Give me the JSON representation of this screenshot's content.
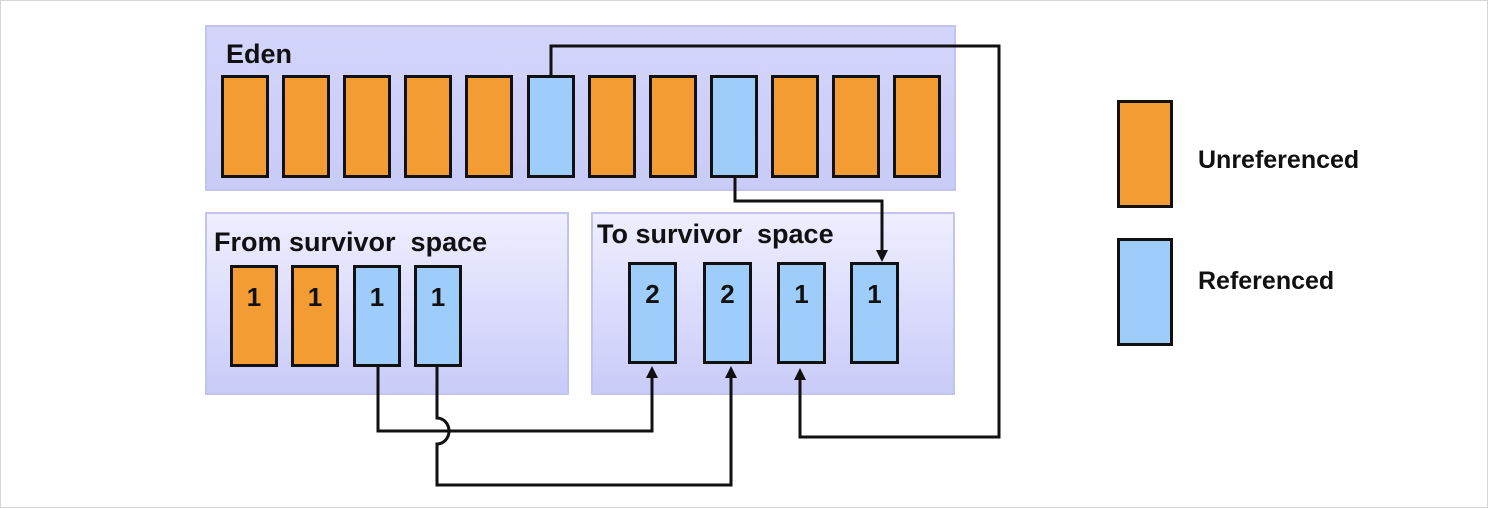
{
  "colors": {
    "unreferenced": "#f39c34",
    "referenced": "#9ecdfb",
    "region": "#d4d5fb",
    "stroke": "#111111"
  },
  "eden": {
    "title": "Eden",
    "objects": [
      "unreferenced",
      "unreferenced",
      "unreferenced",
      "unreferenced",
      "unreferenced",
      "referenced",
      "unreferenced",
      "unreferenced",
      "referenced",
      "unreferenced",
      "unreferenced",
      "unreferenced"
    ]
  },
  "from_space": {
    "title": "From survivor  space",
    "objects": [
      {
        "state": "unreferenced",
        "age": "1"
      },
      {
        "state": "unreferenced",
        "age": "1"
      },
      {
        "state": "referenced",
        "age": "1"
      },
      {
        "state": "referenced",
        "age": "1"
      }
    ]
  },
  "to_space": {
    "title": "To survivor  space",
    "objects": [
      {
        "state": "referenced",
        "age": "2"
      },
      {
        "state": "referenced",
        "age": "2"
      },
      {
        "state": "referenced",
        "age": "1"
      },
      {
        "state": "referenced",
        "age": "1"
      }
    ]
  },
  "legend": {
    "unreferenced": "Unreferenced",
    "referenced": "Referenced"
  }
}
